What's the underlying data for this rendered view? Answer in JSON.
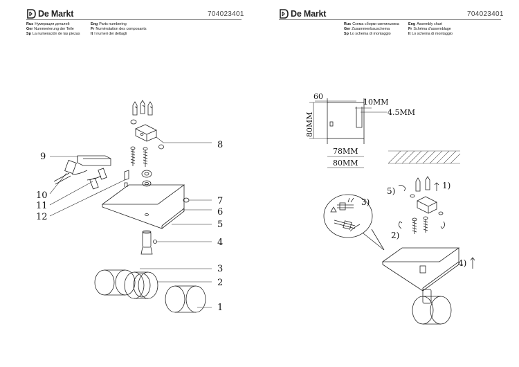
{
  "brand": {
    "name": "De Markt"
  },
  "article_code": "704023401",
  "left_page": {
    "captions": [
      {
        "lang": "Rus",
        "text": "Нумерация деталей",
        "lang2": "Eng",
        "text2": "Parts numbering"
      },
      {
        "lang": "Ger",
        "text": "Nummerierung der Teile",
        "lang2": "Fr",
        "text2": "Numérotation des composants"
      },
      {
        "lang": "Sp",
        "text": "La numeración de las piezas",
        "lang2": "It",
        "text2": "I numeri dei dettagli"
      }
    ],
    "part_numbers": [
      "8",
      "9",
      "10",
      "11",
      "12",
      "7",
      "6",
      "5",
      "4",
      "3",
      "2",
      "1"
    ]
  },
  "right_page": {
    "captions": [
      {
        "lang": "Rus",
        "text": "Схема сборки светильника",
        "lang2": "Eng",
        "text2": "Assembly chart"
      },
      {
        "lang": "Ger",
        "text": "Zusammenbauschema",
        "lang2": "Fr",
        "text2": "Schéma d'assemblage"
      },
      {
        "lang": "Sp",
        "text": "Lo schema di montaggio",
        "lang2": "It",
        "text2": "Lo schema di montaggio"
      }
    ],
    "dimensions": {
      "d60": "60",
      "d10": "10MM",
      "d45": "4.5MM",
      "d80h": "80MM",
      "d78": "78MM",
      "d80": "80MM"
    },
    "steps": [
      "1)",
      "2)",
      "3)",
      "4)",
      "5)"
    ]
  },
  "colors": {
    "line": "#222222",
    "hatch": "#555555",
    "header_line": "#777777"
  }
}
